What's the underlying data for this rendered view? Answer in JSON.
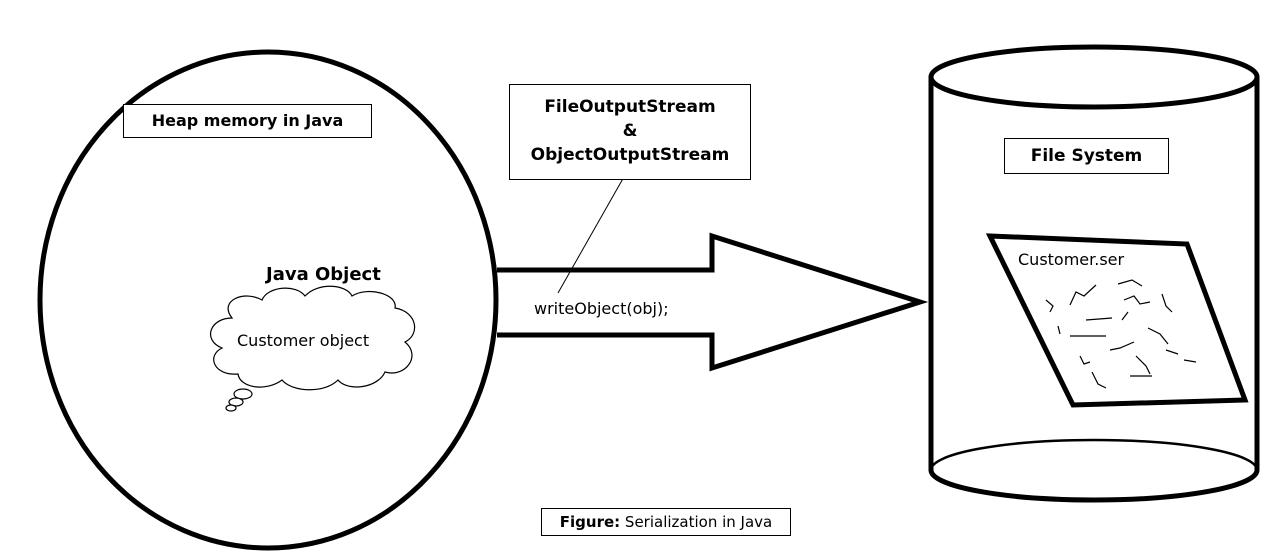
{
  "heap": {
    "label": "Heap memory in Java",
    "java_object_label": "Java Object",
    "cloud_label": "Customer object"
  },
  "streams": {
    "line1": "FileOutputStream",
    "line2": "&",
    "line3": "ObjectOutputStream"
  },
  "arrow": {
    "method_label": "writeObject(obj);"
  },
  "file_system": {
    "label": "File System",
    "file_label": "Customer.ser"
  },
  "caption": {
    "prefix": "Figure:",
    "text": "Serialization in Java"
  }
}
